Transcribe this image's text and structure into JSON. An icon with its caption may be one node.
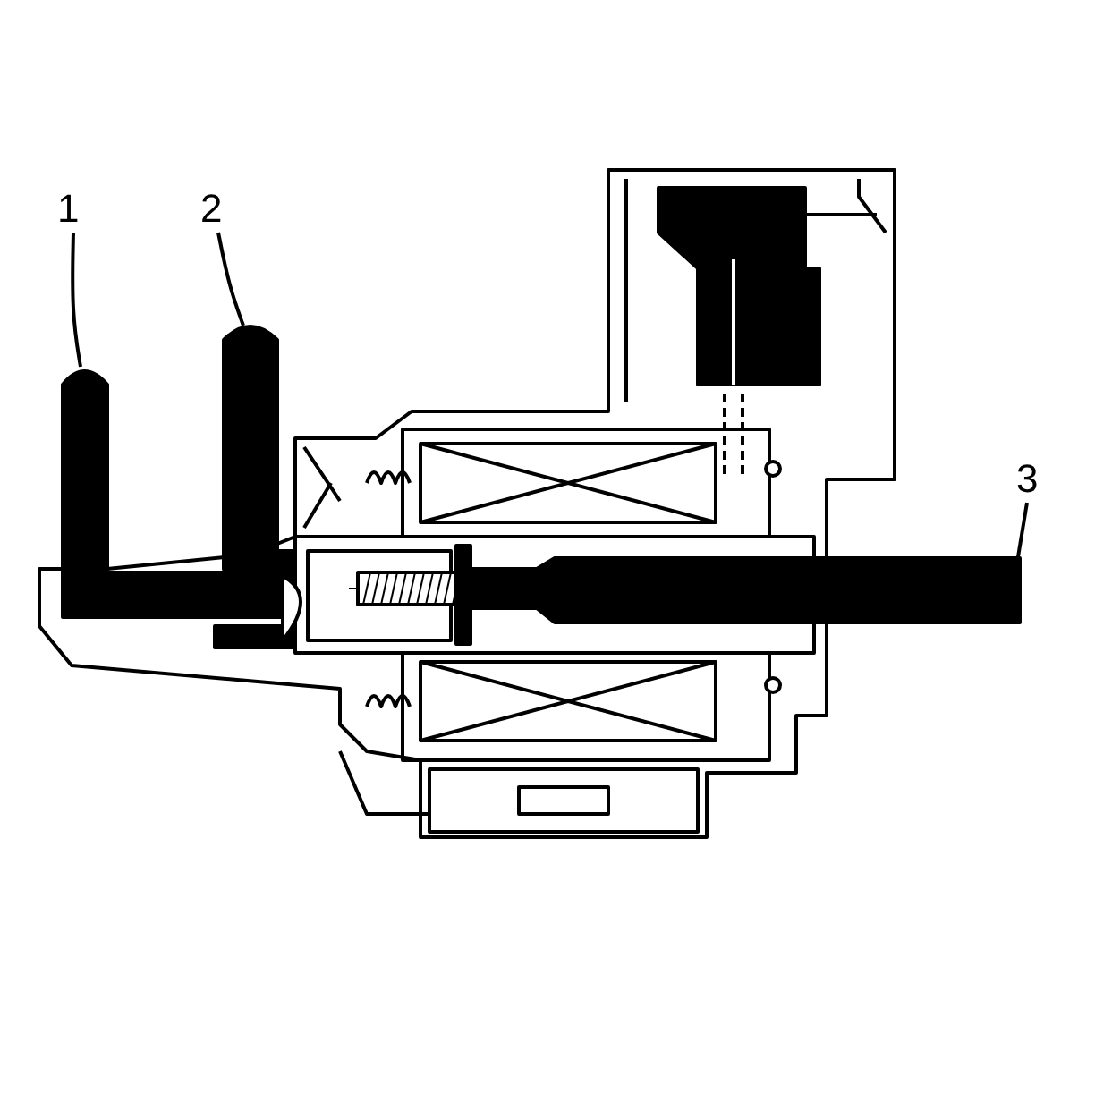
{
  "diagram": {
    "nodes": [
      {
        "text": [
          "1"
        ]
      },
      {
        "text": [
          "2"
        ]
      },
      {
        "text": [
          "3"
        ]
      }
    ],
    "edges": [
      {
        "from": 0,
        "to": null,
        "arrow": "none"
      },
      {
        "from": 1,
        "to": null,
        "arrow": "none"
      },
      {
        "from": 2,
        "to": null,
        "arrow": "none"
      }
    ]
  }
}
